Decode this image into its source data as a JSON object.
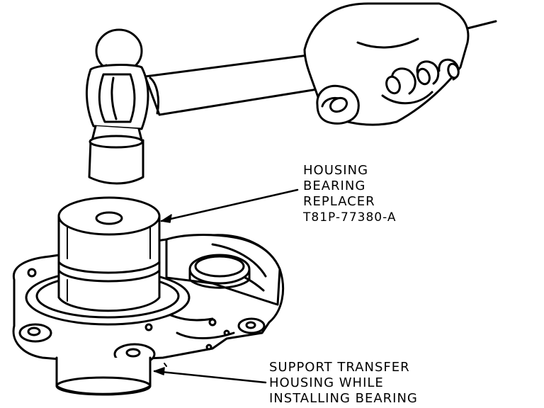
{
  "callouts": {
    "replacer": {
      "line1": "HOUSING",
      "line2": "BEARING",
      "line3": "REPLACER",
      "line4": "T81P-77380-A"
    },
    "support": {
      "line1": "SUPPORT TRANSFER",
      "line2": "HOUSING WHILE",
      "line3": "INSTALLING BEARING"
    }
  },
  "icons": {
    "hammer": "hammer-icon",
    "hand": "hand-icon",
    "tool": "bearing-replacer-tool",
    "housing": "transfer-housing"
  },
  "colors": {
    "ink": "#000000",
    "paper": "#ffffff"
  }
}
